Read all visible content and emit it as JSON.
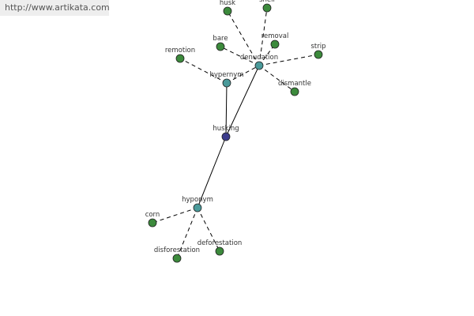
{
  "site_url": "http://www.artikata.com",
  "colors": {
    "center": "#3c3c8c",
    "category": "#4a9a9a",
    "leaf": "#3c8a3c"
  },
  "graph": {
    "nodes": [
      {
        "id": "husking",
        "label": "husking",
        "kind": "center"
      },
      {
        "id": "hypernym",
        "label": "hypernym",
        "kind": "category"
      },
      {
        "id": "denudation",
        "label": "denudation",
        "kind": "category"
      },
      {
        "id": "hyponym",
        "label": "hyponym",
        "kind": "category"
      },
      {
        "id": "husk",
        "label": "husk",
        "kind": "leaf"
      },
      {
        "id": "shell",
        "label": "shell",
        "kind": "leaf"
      },
      {
        "id": "bare",
        "label": "bare",
        "kind": "leaf"
      },
      {
        "id": "removal",
        "label": "removal",
        "kind": "leaf"
      },
      {
        "id": "strip",
        "label": "strip",
        "kind": "leaf"
      },
      {
        "id": "remotion",
        "label": "remotion",
        "kind": "leaf"
      },
      {
        "id": "dismantle",
        "label": "dismantle",
        "kind": "leaf"
      },
      {
        "id": "corn",
        "label": "corn",
        "kind": "leaf"
      },
      {
        "id": "disforestation",
        "label": "disforestation",
        "kind": "leaf"
      },
      {
        "id": "deforestation",
        "label": "deforestation",
        "kind": "leaf"
      }
    ],
    "edges": [
      {
        "from": "husking",
        "to": "hypernym",
        "style": "solid"
      },
      {
        "from": "husking",
        "to": "denudation",
        "style": "solid"
      },
      {
        "from": "husking",
        "to": "hyponym",
        "style": "solid"
      },
      {
        "from": "hypernym",
        "to": "denudation",
        "style": "dashed"
      },
      {
        "from": "hypernym",
        "to": "remotion",
        "style": "dashed"
      },
      {
        "from": "denudation",
        "to": "husk",
        "style": "dashed"
      },
      {
        "from": "denudation",
        "to": "shell",
        "style": "dashed"
      },
      {
        "from": "denudation",
        "to": "bare",
        "style": "dashed"
      },
      {
        "from": "denudation",
        "to": "removal",
        "style": "dashed"
      },
      {
        "from": "denudation",
        "to": "strip",
        "style": "dashed"
      },
      {
        "from": "denudation",
        "to": "dismantle",
        "style": "dashed"
      },
      {
        "from": "hyponym",
        "to": "corn",
        "style": "dashed"
      },
      {
        "from": "hyponym",
        "to": "disforestation",
        "style": "dashed"
      },
      {
        "from": "hyponym",
        "to": "deforestation",
        "style": "dashed"
      }
    ]
  }
}
